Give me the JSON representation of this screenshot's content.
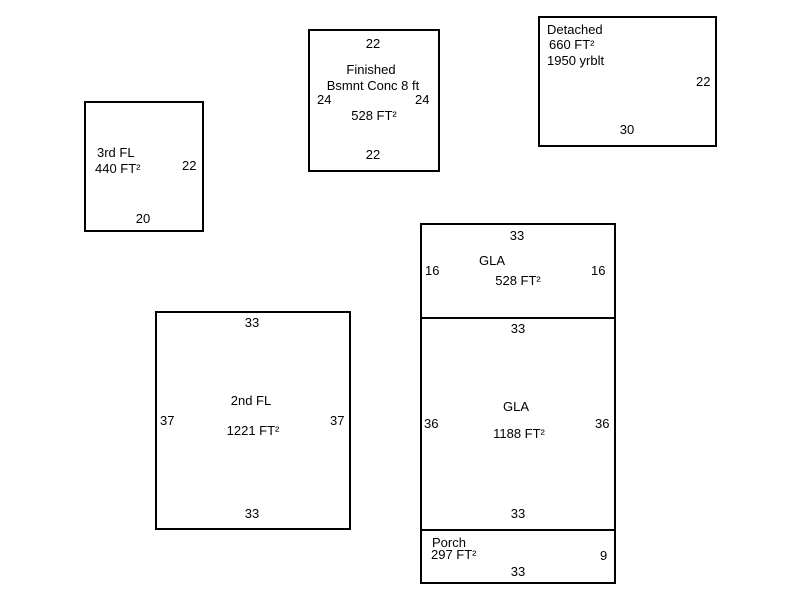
{
  "rooms": {
    "third_fl": {
      "label": "3rd FL",
      "area": "440 FT²",
      "dim_right": "22",
      "dim_bottom": "20"
    },
    "basement": {
      "label": "Finished",
      "label2": "Bsmnt Conc 8 ft",
      "area": "528 FT²",
      "dim_top": "22",
      "dim_left": "24",
      "dim_right": "24",
      "dim_bottom": "22"
    },
    "detached": {
      "label": "Detached",
      "area": "660 FT²",
      "year": "1950 yrblt",
      "dim_right": "22",
      "dim_bottom": "30"
    },
    "gla_upper": {
      "label": "GLA",
      "area": "528 FT²",
      "dim_top": "33",
      "dim_left": "16",
      "dim_right": "16"
    },
    "second_fl": {
      "label": "2nd FL",
      "area": "1221 FT²",
      "dim_top": "33",
      "dim_left": "37",
      "dim_right": "37",
      "dim_bottom": "33"
    },
    "gla_main": {
      "label": "GLA",
      "area": "1188 FT²",
      "dim_top": "33",
      "dim_left": "36",
      "dim_right": "36",
      "dim_bottom": "33"
    },
    "porch": {
      "label": "Porch",
      "area": "297 FT²",
      "dim_right": "9",
      "dim_bottom": "33"
    }
  }
}
